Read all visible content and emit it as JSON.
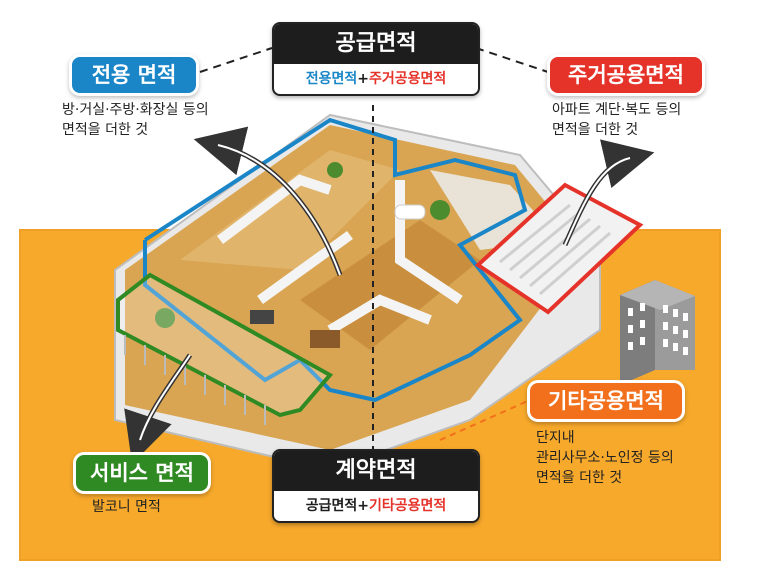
{
  "supply_area": {
    "title": "공급면적",
    "part_a": "전용면적",
    "plus": "+",
    "part_b": "주거공용면적"
  },
  "exclusive_area": {
    "label": "전용 면적",
    "desc_line1": "방·거실·주방·화장실 등의",
    "desc_line2": "면적을 더한 것"
  },
  "residential_common_area": {
    "label": "주거공용면적",
    "desc_line1": "아파트 계단·복도 등의",
    "desc_line2": "면적을 더한 것"
  },
  "other_common_area": {
    "label": "기타공용면적",
    "desc_line1": "단지내",
    "desc_line2": "관리사무소·노인정 등의",
    "desc_line3": "면적을 더한 것"
  },
  "service_area": {
    "label": "서비스 면적",
    "desc": "발코니 면적"
  },
  "contract_area": {
    "title": "계약면적",
    "part_a": "공급면적",
    "plus": "+",
    "part_b": "기타공용면적"
  },
  "colors": {
    "exclusive": "#1a86c8",
    "residential_common": "#e5332a",
    "other_common": "#f2701c",
    "service": "#2f8a23",
    "background": "#f7a92b"
  }
}
